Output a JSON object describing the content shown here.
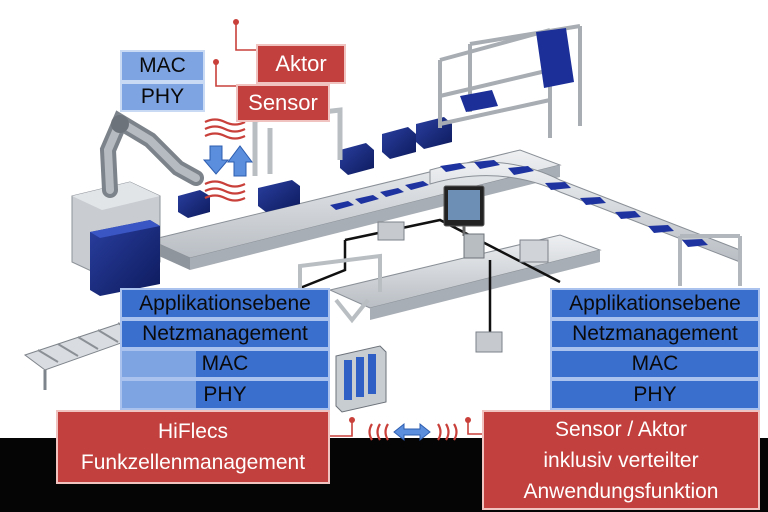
{
  "top_stack": {
    "mac": "MAC",
    "phy": "PHY"
  },
  "top_labels": {
    "aktor": "Aktor",
    "sensor": "Sensor"
  },
  "left_stack": {
    "rows": [
      "Applikationsebene",
      "Netzmanagement",
      "MAC",
      "PHY"
    ]
  },
  "right_stack": {
    "rows": [
      "Applikationsebene",
      "Netzmanagement",
      "MAC",
      "PHY"
    ]
  },
  "bottom_left_box": {
    "line1": "HiFlecs",
    "line2": "Funkzellenmanagement"
  },
  "bottom_right_box": {
    "line1": "Sensor / Aktor",
    "line2": "inklusiv verteilter",
    "line3": "Anwendungsfunktion"
  },
  "colors": {
    "stack_blue": "#3b6fce",
    "stack_blue_light": "#7fa4e2",
    "label_red": "#c2403d",
    "wireless_red": "#c9403b",
    "arrow_blue": "#5b8fdd",
    "floor": "#050505"
  },
  "icons": [
    "robot-arm",
    "wireless-signal",
    "bidirectional-arrow",
    "control-cabinet",
    "monitor",
    "conveyor"
  ]
}
